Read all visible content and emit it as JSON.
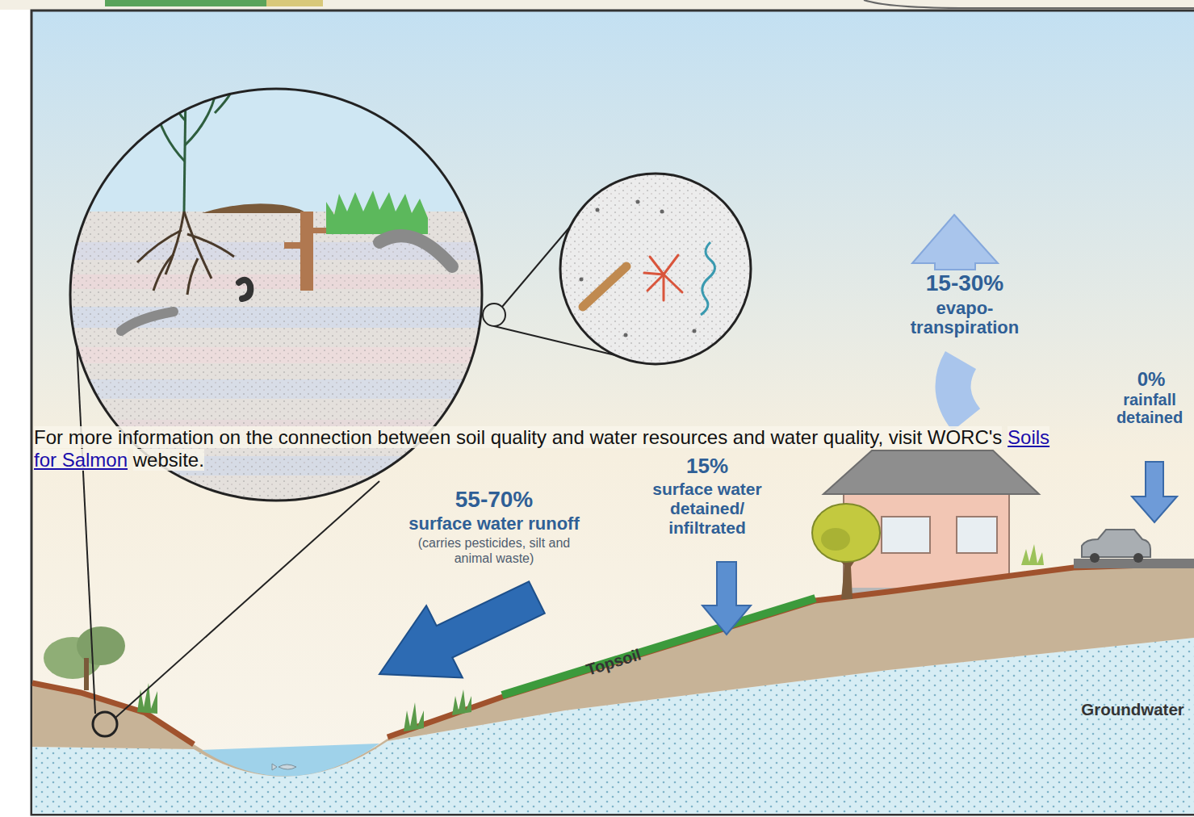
{
  "diagram": {
    "labels": [
      "15-30%",
      "evapo- transpiration",
      "0%",
      "rainfall detained",
      "15%",
      "surface water detained/ infiltrated",
      "55-70%",
      "surface water runoff",
      "(carries pesticides, silt and animal waste)",
      "Topsoil",
      "Groundwater",
      "For more information on the connection between soil quality and water resources and water quality, visit WORC's",
      "Soils for Salmon",
      "website."
    ]
  }
}
